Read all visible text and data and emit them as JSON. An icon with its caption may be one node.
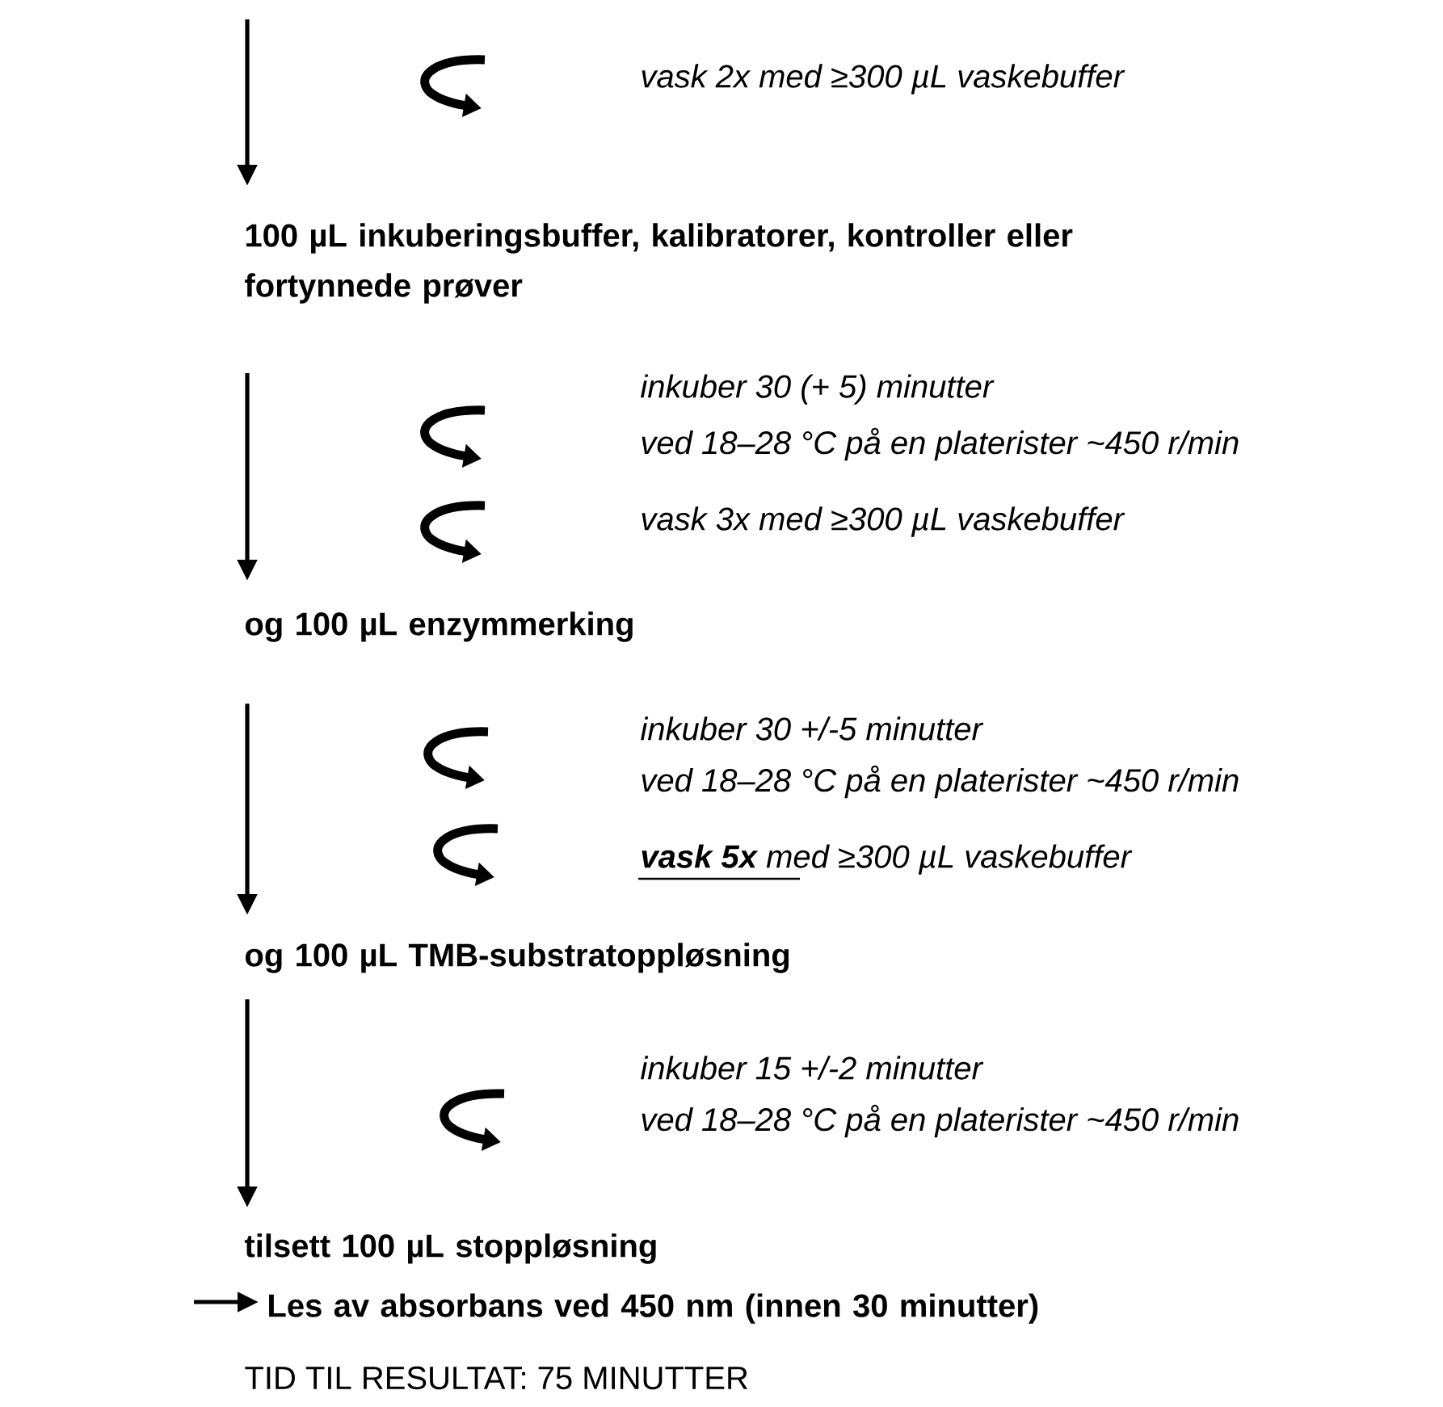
{
  "diagram": {
    "nodes": [
      {
        "text": [
          "100 µL inkuberingsbuffer, kalibratorer, kontroller eller fortynnede prøver"
        ]
      },
      {
        "text": [
          "og 100 µL enzymmerking"
        ]
      },
      {
        "text": [
          "og 100 µL TMB-substratoppløsning"
        ]
      },
      {
        "text": [
          "tilsett 100 µL stoppløsning"
        ]
      },
      {
        "text": [
          "Les av absorbans ved 450 nm (innen 30 minutter)"
        ]
      }
    ],
    "edges": [
      {
        "from": null,
        "to": 0,
        "arrow": "to"
      },
      {
        "from": 0,
        "to": 1,
        "arrow": "to"
      },
      {
        "from": 1,
        "to": 2,
        "arrow": "to"
      },
      {
        "from": 2,
        "to": 3,
        "arrow": "to"
      },
      {
        "from": null,
        "to": 4,
        "arrow": "to"
      }
    ],
    "labels": [
      "vask 2x med ≥300 µL vaskebuffer",
      "inkuber 30 (+ 5) minutter",
      "ved 18–28 °C på en platerister ~450 r/min",
      "vask 3x med ≥300 µL vaskebuffer",
      "inkuber 30 +/-5 minutter",
      "ved 18–28 °C på en platerister ~450 r/min",
      "**vask 5x** med ≥300 µL vaskebuffer",
      "inkuber 15 +/-2 minutter",
      "ved 18–28 °C på en platerister ~450 r/min",
      "TID TIL RESULTAT: 75 MINUTTER"
    ]
  }
}
